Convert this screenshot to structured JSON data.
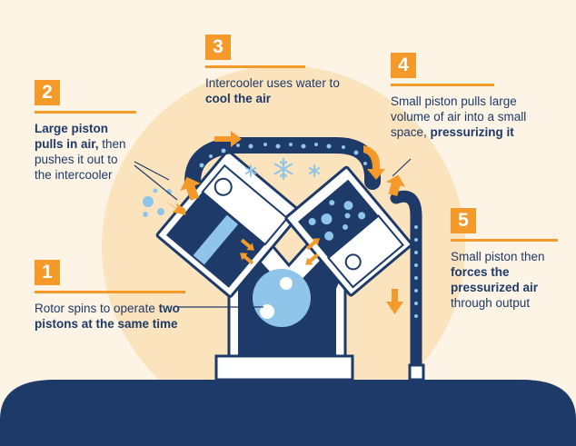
{
  "colors": {
    "background": "#fdf4e6",
    "glow": "#fbe3bd",
    "navy": "#1d3a68",
    "orange": "#f39a2a",
    "light_blue": "#8ec5e8",
    "white": "#ffffff"
  },
  "steps": [
    {
      "number": "1",
      "text_before": "Rotor spins to operate ",
      "text_bold": "two pistons at the same time",
      "text_after": ""
    },
    {
      "number": "2",
      "text_before": "",
      "text_bold": "Large piston pulls in air,",
      "text_after": " then pushes it out to the intercooler"
    },
    {
      "number": "3",
      "text_before": "Intercooler uses water to ",
      "text_bold": "cool the air",
      "text_after": ""
    },
    {
      "number": "4",
      "text_before": "Small piston pulls large volume of air into a small space, ",
      "text_bold": "pressurizing it",
      "text_after": ""
    },
    {
      "number": "5",
      "text_before": "Small piston then ",
      "text_bold": "forces the pressurized air",
      "text_after": " through output"
    }
  ],
  "icons": {
    "snowflake": "snowflake-icon",
    "arrow": "flow-arrow-icon",
    "bubble": "air-bubble-icon"
  }
}
